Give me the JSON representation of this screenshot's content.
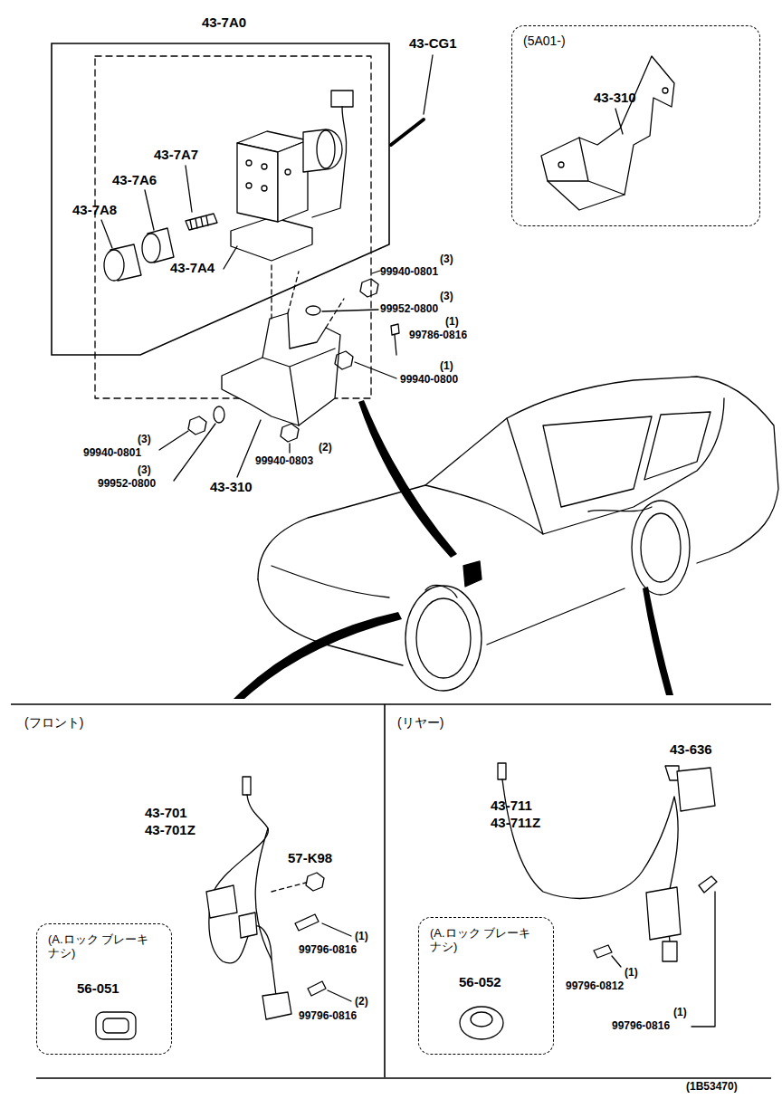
{
  "diagram": {
    "nodes": [
      {
        "text": [
          "43-7A0"
        ]
      },
      {
        "text": [
          "(5A01-)",
          "43-310"
        ]
      },
      {
        "text": [
          "(フロント)"
        ]
      },
      {
        "text": [
          "(A.ロック ブレーキ ナシ)",
          "56-051"
        ],
        "in": 2
      },
      {
        "text": [
          "(リヤー)"
        ]
      },
      {
        "text": [
          "(A.ロック ブレーキ ナシ)",
          "56-052"
        ],
        "in": 4
      }
    ],
    "labels": [
      "43-CG1",
      "43-7A7",
      "43-7A6",
      "43-7A8",
      "43-7A4",
      "(3)",
      "99940-0801",
      "(3)",
      "99952-0800",
      "(1)",
      "99786-0816",
      "(1)",
      "99940-0800",
      "(3)",
      "99940-0801",
      "(3)",
      "99952-0800",
      "43-310",
      "(2)",
      "99940-0803",
      "43-701",
      "43-701Z",
      "57-K98",
      "(1)",
      "99796-0816",
      "(2)",
      "99796-0816",
      "43-636",
      "43-711",
      "43-711Z",
      "(1)",
      "99796-0812",
      "(1)",
      "99796-0816",
      "(1B53470)"
    ]
  }
}
